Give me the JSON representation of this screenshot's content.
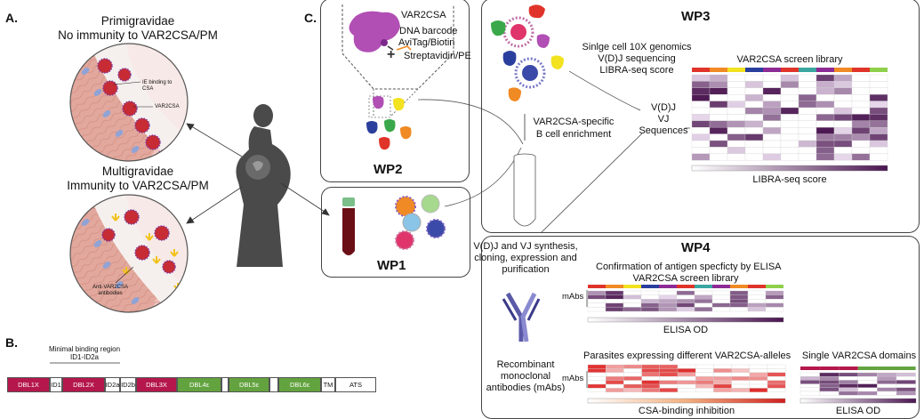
{
  "panelA": {
    "letter": "A.",
    "prim_title": "Primigravidae",
    "prim_subtitle": "No immunity to VAR2CSA/PM",
    "ie_label": "IE binding to CSA",
    "var2csa_label": "VAR2CSA",
    "multi_title": "Multigravidae",
    "multi_subtitle": "Immunity to VAR2CSA/PM",
    "antibodies_label": "Anti-VAR2CSA antibodies"
  },
  "panelB": {
    "letter": "B.",
    "region_title": "Minimal binding region",
    "region_subtitle": "ID1-ID2a",
    "domains": [
      {
        "label": "DBL1X",
        "color": "#b5174d"
      },
      {
        "label": "ID1",
        "color": "#ffffff"
      },
      {
        "label": "DBL2X",
        "color": "#b5174d"
      },
      {
        "label": "ID2a",
        "color": "#ffffff"
      },
      {
        "label": "ID2b",
        "color": "#ffffff"
      },
      {
        "label": "DBL3X",
        "color": "#b5174d"
      },
      {
        "label": "DBL4ε",
        "color": "#63a33f"
      },
      {
        "label": "",
        "color": "#ffffff"
      },
      {
        "label": "DBL5ε",
        "color": "#63a33f"
      },
      {
        "label": "",
        "color": "#ffffff"
      },
      {
        "label": "DBL6ε",
        "color": "#63a33f"
      },
      {
        "label": "TM",
        "color": "#ffffff"
      },
      {
        "label": "ATS",
        "color": "#ffffff"
      }
    ]
  },
  "panelC": {
    "letter": "C.",
    "wp1_title": "WP1",
    "wp2_title": "WP2",
    "wp2_var2csa": "VAR2CSA",
    "wp2_barcode": "DNA barcode",
    "wp2_avitag": "AviTag/Biotin",
    "wp2_streptavidin": "Streptavidin/PE",
    "enrichment_line1": "VAR2CSA-specific",
    "enrichment_line2": "B cell enrichment",
    "synthesis_line1": "V(D)J and VJ synthesis,",
    "synthesis_line2": "cloning, expression and",
    "synthesis_line3": "purification",
    "antibody_line1": "Recombinant",
    "antibody_line2": "monoclonal",
    "antibody_line3": "antibodies (mAbs)"
  },
  "wp3": {
    "title": "WP3",
    "seq_line1": "Sinlge cell 10X genomics",
    "seq_line2": "V(D)J sequencing",
    "seq_line3": "LIBRA-seq score",
    "library_title": "VAR2CSA screen library",
    "vdj_line1": "V(D)J",
    "vdj_line2": "VJ",
    "vdj_line3": "Sequences",
    "score_label": "LIBRA-seq score"
  },
  "wp4": {
    "title": "WP4",
    "elisa_title": "Confirmation of antigen specficty by ELISA",
    "elisa_library": "VAR2CSA screen library",
    "mabs_label_1": "mAbs",
    "elisa_od_1": "ELISA OD",
    "parasites_title": "Parasites expressing different VAR2CSA-alleles",
    "mabs_label_2": "mAbs",
    "csa_inhibition": "CSA-binding inhibition",
    "single_domains": "Single VAR2CSA domains",
    "elisa_od_2": "ELISA OD"
  },
  "colors": {
    "library_strip": [
      "#e0342b",
      "#f08a24",
      "#f2e21f",
      "#2a3f9d",
      "#8e2a96",
      "#e0342b",
      "#3aa6a0",
      "#8e2a96",
      "#f08a24",
      "#e0342b",
      "#8fd04a"
    ],
    "purple_dark": "#4a1650",
    "purple_light": "#e6d6ea",
    "red": "#e02a2a"
  }
}
